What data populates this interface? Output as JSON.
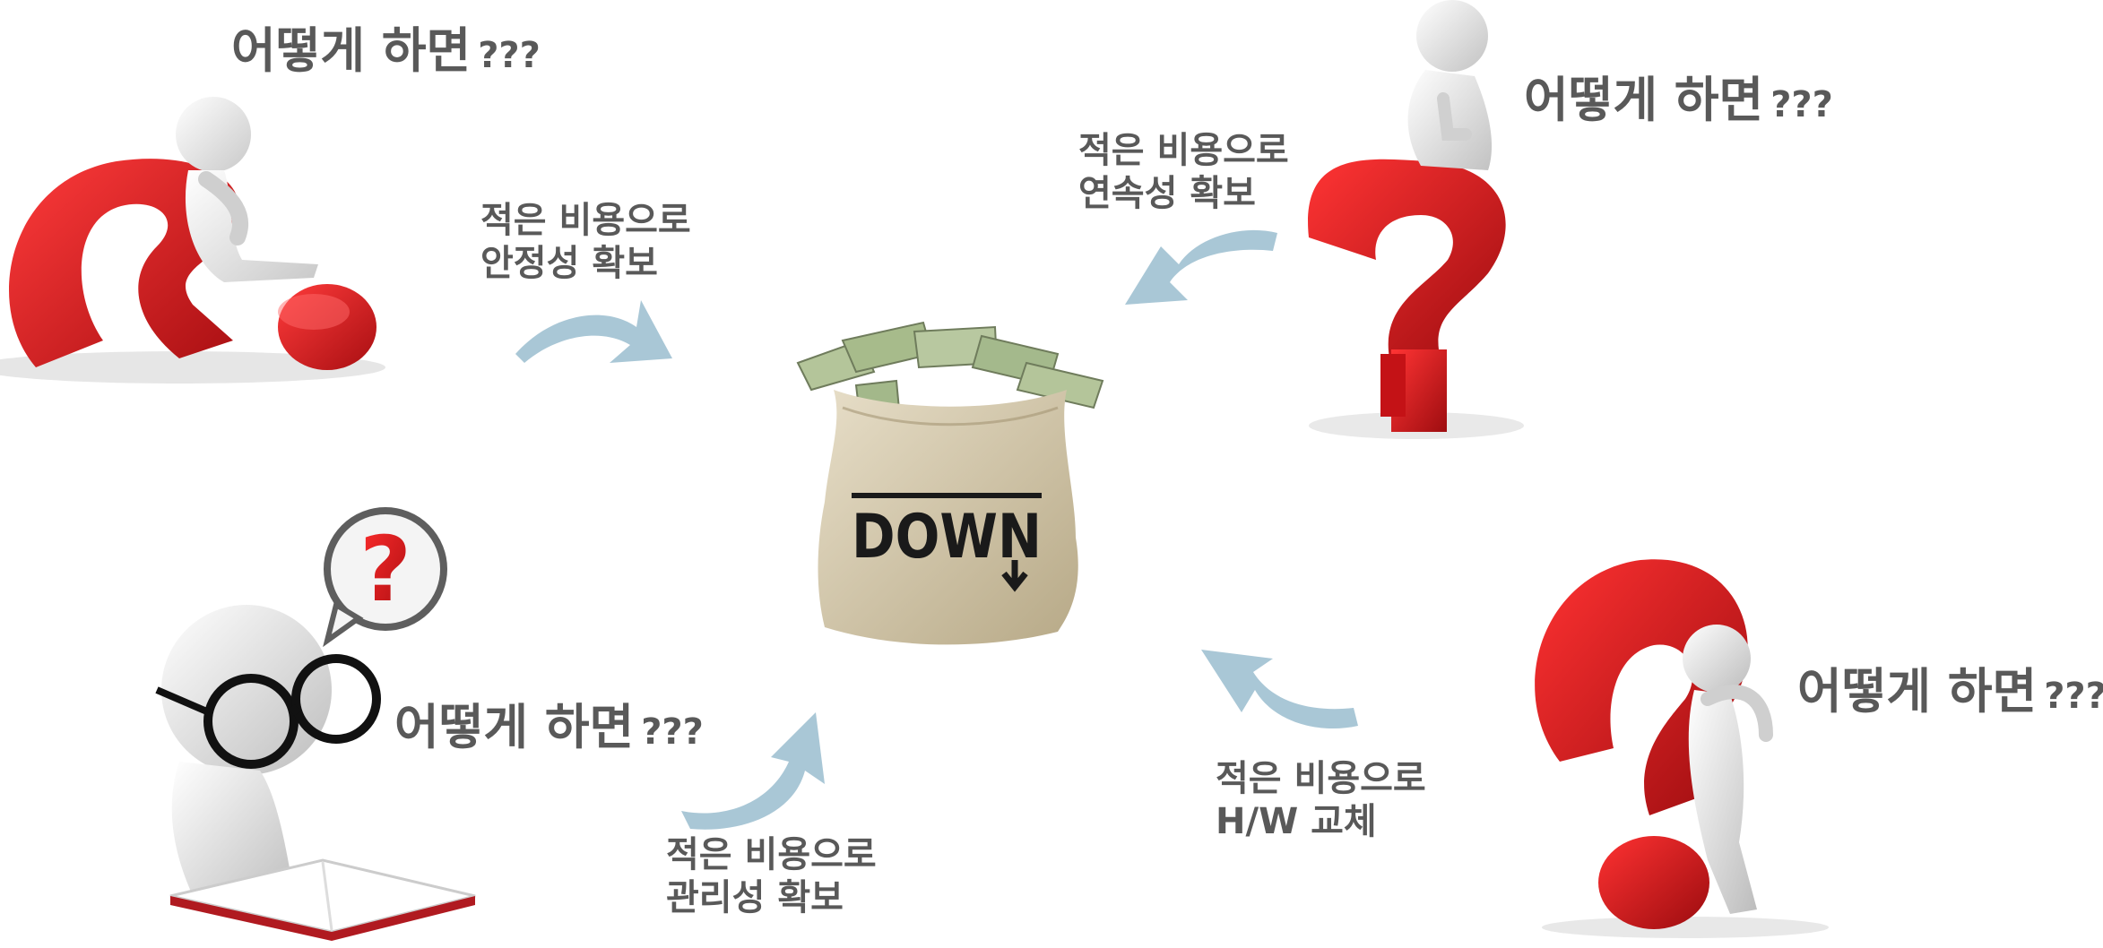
{
  "figures": {
    "top_left": {
      "question": "어떻게 하면",
      "marks": "???"
    },
    "top_right": {
      "question": "어떻게 하면",
      "marks": "???"
    },
    "bottom_left": {
      "question": "어떻게 하면",
      "marks": "???"
    },
    "bottom_right": {
      "question": "어떻게 하면",
      "marks": "???"
    }
  },
  "captions": {
    "stability": {
      "line1": "적은 비용으로",
      "line2": "안정성 확보"
    },
    "continuity": {
      "line1": "적은 비용으로",
      "line2": "연속성 확보"
    },
    "management": {
      "line1": "적은 비용으로",
      "line2": "관리성 확보"
    },
    "hardware": {
      "line1": "적은 비용으로",
      "line2": "H/W 교체"
    }
  },
  "center": {
    "bag_label": "DOWN"
  },
  "colors": {
    "question_red": "#d7191c",
    "arrow_blue": "#a9c7d6",
    "bag": "#d8ccb0",
    "money": "#a4b98c",
    "figure_white": "#eeeeee"
  }
}
